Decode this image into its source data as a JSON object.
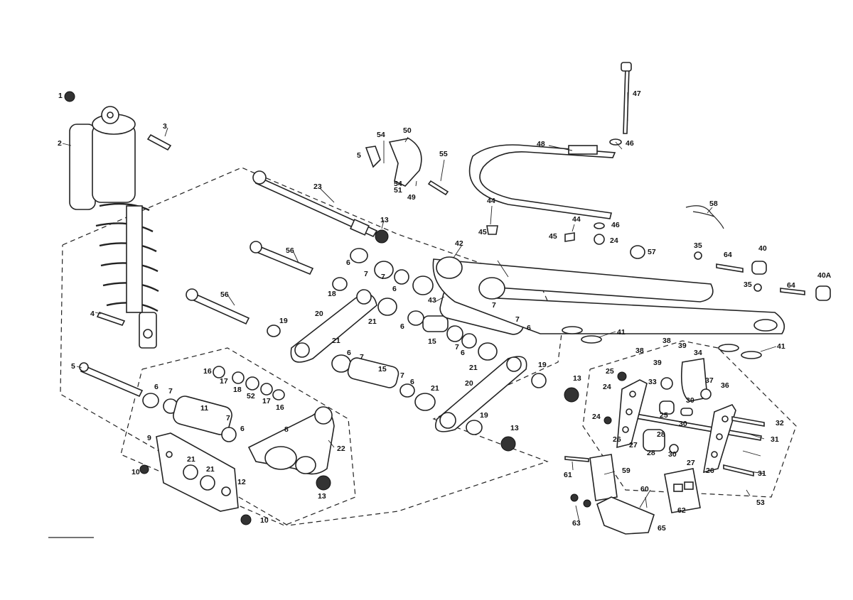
{
  "callouts": [
    {
      "id": "c1",
      "text": "1"
    },
    {
      "id": "c2",
      "text": "2"
    },
    {
      "id": "c3",
      "text": "3"
    },
    {
      "id": "c4",
      "text": "4"
    },
    {
      "id": "c5a",
      "text": "5"
    },
    {
      "id": "c5b",
      "text": "5"
    },
    {
      "id": "c6a",
      "text": "6"
    },
    {
      "id": "c6b",
      "text": "6"
    },
    {
      "id": "c6c",
      "text": "6"
    },
    {
      "id": "c6d",
      "text": "6"
    },
    {
      "id": "c6e",
      "text": "6"
    },
    {
      "id": "c6f",
      "text": "6"
    },
    {
      "id": "c6g",
      "text": "6"
    },
    {
      "id": "c6h",
      "text": "6"
    },
    {
      "id": "c6i",
      "text": "6"
    },
    {
      "id": "c7a",
      "text": "7"
    },
    {
      "id": "c7b",
      "text": "7"
    },
    {
      "id": "c7c",
      "text": "7"
    },
    {
      "id": "c7d",
      "text": "7"
    },
    {
      "id": "c7e",
      "text": "7"
    },
    {
      "id": "c7f",
      "text": "7"
    },
    {
      "id": "c7g",
      "text": "7"
    },
    {
      "id": "c7h",
      "text": "7"
    },
    {
      "id": "c7i",
      "text": "7"
    },
    {
      "id": "c8",
      "text": "8"
    },
    {
      "id": "c9",
      "text": "9"
    },
    {
      "id": "c10a",
      "text": "10"
    },
    {
      "id": "c10b",
      "text": "10"
    },
    {
      "id": "c11",
      "text": "11"
    },
    {
      "id": "c12",
      "text": "12"
    },
    {
      "id": "c13a",
      "text": "13"
    },
    {
      "id": "c13b",
      "text": "13"
    },
    {
      "id": "c13c",
      "text": "13"
    },
    {
      "id": "c13d",
      "text": "13"
    },
    {
      "id": "c15a",
      "text": "15"
    },
    {
      "id": "c15b",
      "text": "15"
    },
    {
      "id": "c16a",
      "text": "16"
    },
    {
      "id": "c16b",
      "text": "16"
    },
    {
      "id": "c17a",
      "text": "17"
    },
    {
      "id": "c17b",
      "text": "17"
    },
    {
      "id": "c18a",
      "text": "18"
    },
    {
      "id": "c18b",
      "text": "18"
    },
    {
      "id": "c19a",
      "text": "19"
    },
    {
      "id": "c19b",
      "text": "19"
    },
    {
      "id": "c19c",
      "text": "19"
    },
    {
      "id": "c20a",
      "text": "20"
    },
    {
      "id": "c20b",
      "text": "20"
    },
    {
      "id": "c21a",
      "text": "21"
    },
    {
      "id": "c21b",
      "text": "21"
    },
    {
      "id": "c21c",
      "text": "21"
    },
    {
      "id": "c21d",
      "text": "21"
    },
    {
      "id": "c21e",
      "text": "21"
    },
    {
      "id": "c21f",
      "text": "21"
    },
    {
      "id": "c22",
      "text": "22"
    },
    {
      "id": "c23",
      "text": "23"
    },
    {
      "id": "c24a",
      "text": "24"
    },
    {
      "id": "c24b",
      "text": "24"
    },
    {
      "id": "c24c",
      "text": "24"
    },
    {
      "id": "c25a",
      "text": "25"
    },
    {
      "id": "c25b",
      "text": "25"
    },
    {
      "id": "c26a",
      "text": "26"
    },
    {
      "id": "c26b",
      "text": "26"
    },
    {
      "id": "c27a",
      "text": "27"
    },
    {
      "id": "c27b",
      "text": "27"
    },
    {
      "id": "c28a",
      "text": "28"
    },
    {
      "id": "c28b",
      "text": "28"
    },
    {
      "id": "c30a",
      "text": "30"
    },
    {
      "id": "c30b",
      "text": "30"
    },
    {
      "id": "c30c",
      "text": "30"
    },
    {
      "id": "c31a",
      "text": "31"
    },
    {
      "id": "c31b",
      "text": "31"
    },
    {
      "id": "c32",
      "text": "32"
    },
    {
      "id": "c33",
      "text": "33"
    },
    {
      "id": "c34",
      "text": "34"
    },
    {
      "id": "c35a",
      "text": "35"
    },
    {
      "id": "c35b",
      "text": "35"
    },
    {
      "id": "c36",
      "text": "36"
    },
    {
      "id": "c37",
      "text": "37"
    },
    {
      "id": "c38a",
      "text": "38"
    },
    {
      "id": "c38b",
      "text": "38"
    },
    {
      "id": "c39a",
      "text": "39"
    },
    {
      "id": "c39b",
      "text": "39"
    },
    {
      "id": "c40",
      "text": "40"
    },
    {
      "id": "c40A",
      "text": "40A"
    },
    {
      "id": "c41a",
      "text": "41"
    },
    {
      "id": "c41b",
      "text": "41"
    },
    {
      "id": "c42",
      "text": "42"
    },
    {
      "id": "c43",
      "text": "43"
    },
    {
      "id": "c44a",
      "text": "44"
    },
    {
      "id": "c44b",
      "text": "44"
    },
    {
      "id": "c45a",
      "text": "45"
    },
    {
      "id": "c45b",
      "text": "45"
    },
    {
      "id": "c46a",
      "text": "46"
    },
    {
      "id": "c46b",
      "text": "46"
    },
    {
      "id": "c47",
      "text": "47"
    },
    {
      "id": "c48",
      "text": "48"
    },
    {
      "id": "c49",
      "text": "49"
    },
    {
      "id": "c50",
      "text": "50"
    },
    {
      "id": "c51",
      "text": "51"
    },
    {
      "id": "c52",
      "text": "52"
    },
    {
      "id": "c53",
      "text": "53"
    },
    {
      "id": "c54a",
      "text": "54"
    },
    {
      "id": "c54b",
      "text": "54"
    },
    {
      "id": "c55",
      "text": "55"
    },
    {
      "id": "c56a",
      "text": "56"
    },
    {
      "id": "c56b",
      "text": "56"
    },
    {
      "id": "c57",
      "text": "57"
    },
    {
      "id": "c58",
      "text": "58"
    },
    {
      "id": "c59",
      "text": "59"
    },
    {
      "id": "c60",
      "text": "60"
    },
    {
      "id": "c61",
      "text": "61"
    },
    {
      "id": "c62",
      "text": "62"
    },
    {
      "id": "c63",
      "text": "63"
    },
    {
      "id": "c64a",
      "text": "64"
    },
    {
      "id": "c64b",
      "text": "64"
    },
    {
      "id": "c65",
      "text": "65"
    }
  ]
}
